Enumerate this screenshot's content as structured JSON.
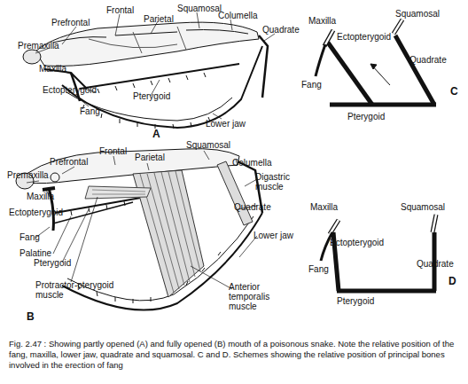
{
  "diagram": {
    "caption": "Fig. 2.47 : Showing partly opened (A) and fully opened (B) mouth of a poisonous snake. Note the relative position of the fang, maxilla, lower jaw, quadrate and squamosal. C and D. Schemes showing the relative position of principal bones involved in the erection of fang",
    "labels": [
      "Frontal",
      "Parietal",
      "Squamosal",
      "Columella",
      "Prefrontal",
      "Quadrate",
      "Premaxilla",
      "Maxilla",
      "Ectopterygoid",
      "Pterygoid",
      "Fang",
      "Lower jaw",
      "A",
      "Maxilla",
      "Squamosal",
      "Ectopterygoid",
      "Quadrate",
      "Fang",
      "Pterygoid",
      "C",
      "Frontal",
      "Parietal",
      "Squamosal",
      "Prefrontal",
      "Columella",
      "Premaxilla",
      "Digastric muscle",
      "Maxilla",
      "Quadrate",
      "Ectopterygoid",
      "Fang",
      "Lower jaw",
      "Palatine",
      "Pterygoid",
      "Protractor-pterygoid muscle",
      "Anterior temporalis muscle",
      "B",
      "Maxilla",
      "Squamosal",
      "Ectopterygoid",
      "Quadrate",
      "Fang",
      "Pterygoid",
      "D"
    ]
  }
}
